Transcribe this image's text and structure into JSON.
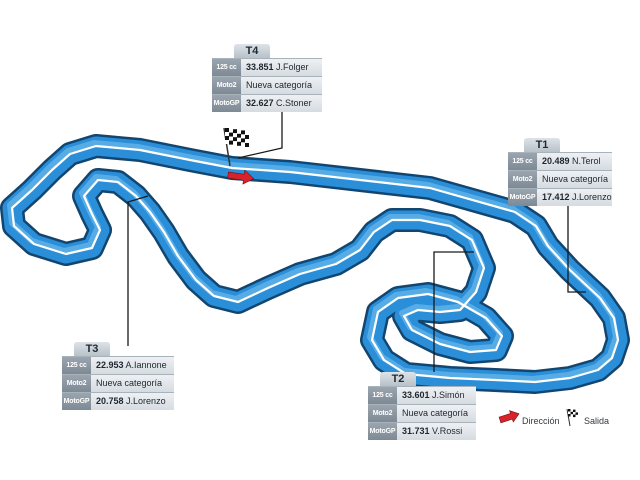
{
  "colors": {
    "track": "#2a8fd8",
    "track_edge": "#12456f",
    "track_dark": "#1e6fb5",
    "track_light": "#7cc4f2",
    "stripe": "#ffffff",
    "arrow": "#d9232a",
    "panel_cat": "#8c97a1",
    "panel_value": "#e2e7eb",
    "leader": "#1a1a1a"
  },
  "icons": {
    "start_flag": "checkered-flag-icon",
    "direction": "red-arrow-icon"
  },
  "sectors": [
    {
      "id": "T4",
      "title": "T4",
      "rows": [
        {
          "category": "125 cc",
          "time": "33.851",
          "rider": "J.Folger"
        },
        {
          "category": "Moto2",
          "time": "",
          "rider": "Nueva categoría"
        },
        {
          "category": "MotoGP",
          "time": "32.627",
          "rider": "C.Stoner"
        }
      ]
    },
    {
      "id": "T1",
      "title": "T1",
      "rows": [
        {
          "category": "125 cc",
          "time": "20.489",
          "rider": "N.Terol"
        },
        {
          "category": "Moto2",
          "time": "",
          "rider": "Nueva categoría"
        },
        {
          "category": "MotoGP",
          "time": "17.412",
          "rider": "J.Lorenzo"
        }
      ]
    },
    {
      "id": "T3",
      "title": "T3",
      "rows": [
        {
          "category": "125 cc",
          "time": "22.953",
          "rider": "A.Iannone"
        },
        {
          "category": "Moto2",
          "time": "",
          "rider": "Nueva categoría"
        },
        {
          "category": "MotoGP",
          "time": "20.758",
          "rider": "J.Lorenzo"
        }
      ]
    },
    {
      "id": "T2",
      "title": "T2",
      "rows": [
        {
          "category": "125 cc",
          "time": "33.601",
          "rider": "J.Simón"
        },
        {
          "category": "Moto2",
          "time": "",
          "rider": "Nueva categoría"
        },
        {
          "category": "MotoGP",
          "time": "31.731",
          "rider": "V.Rossi"
        }
      ]
    }
  ],
  "legend": {
    "direction": "Dirección",
    "start": "Salida"
  }
}
